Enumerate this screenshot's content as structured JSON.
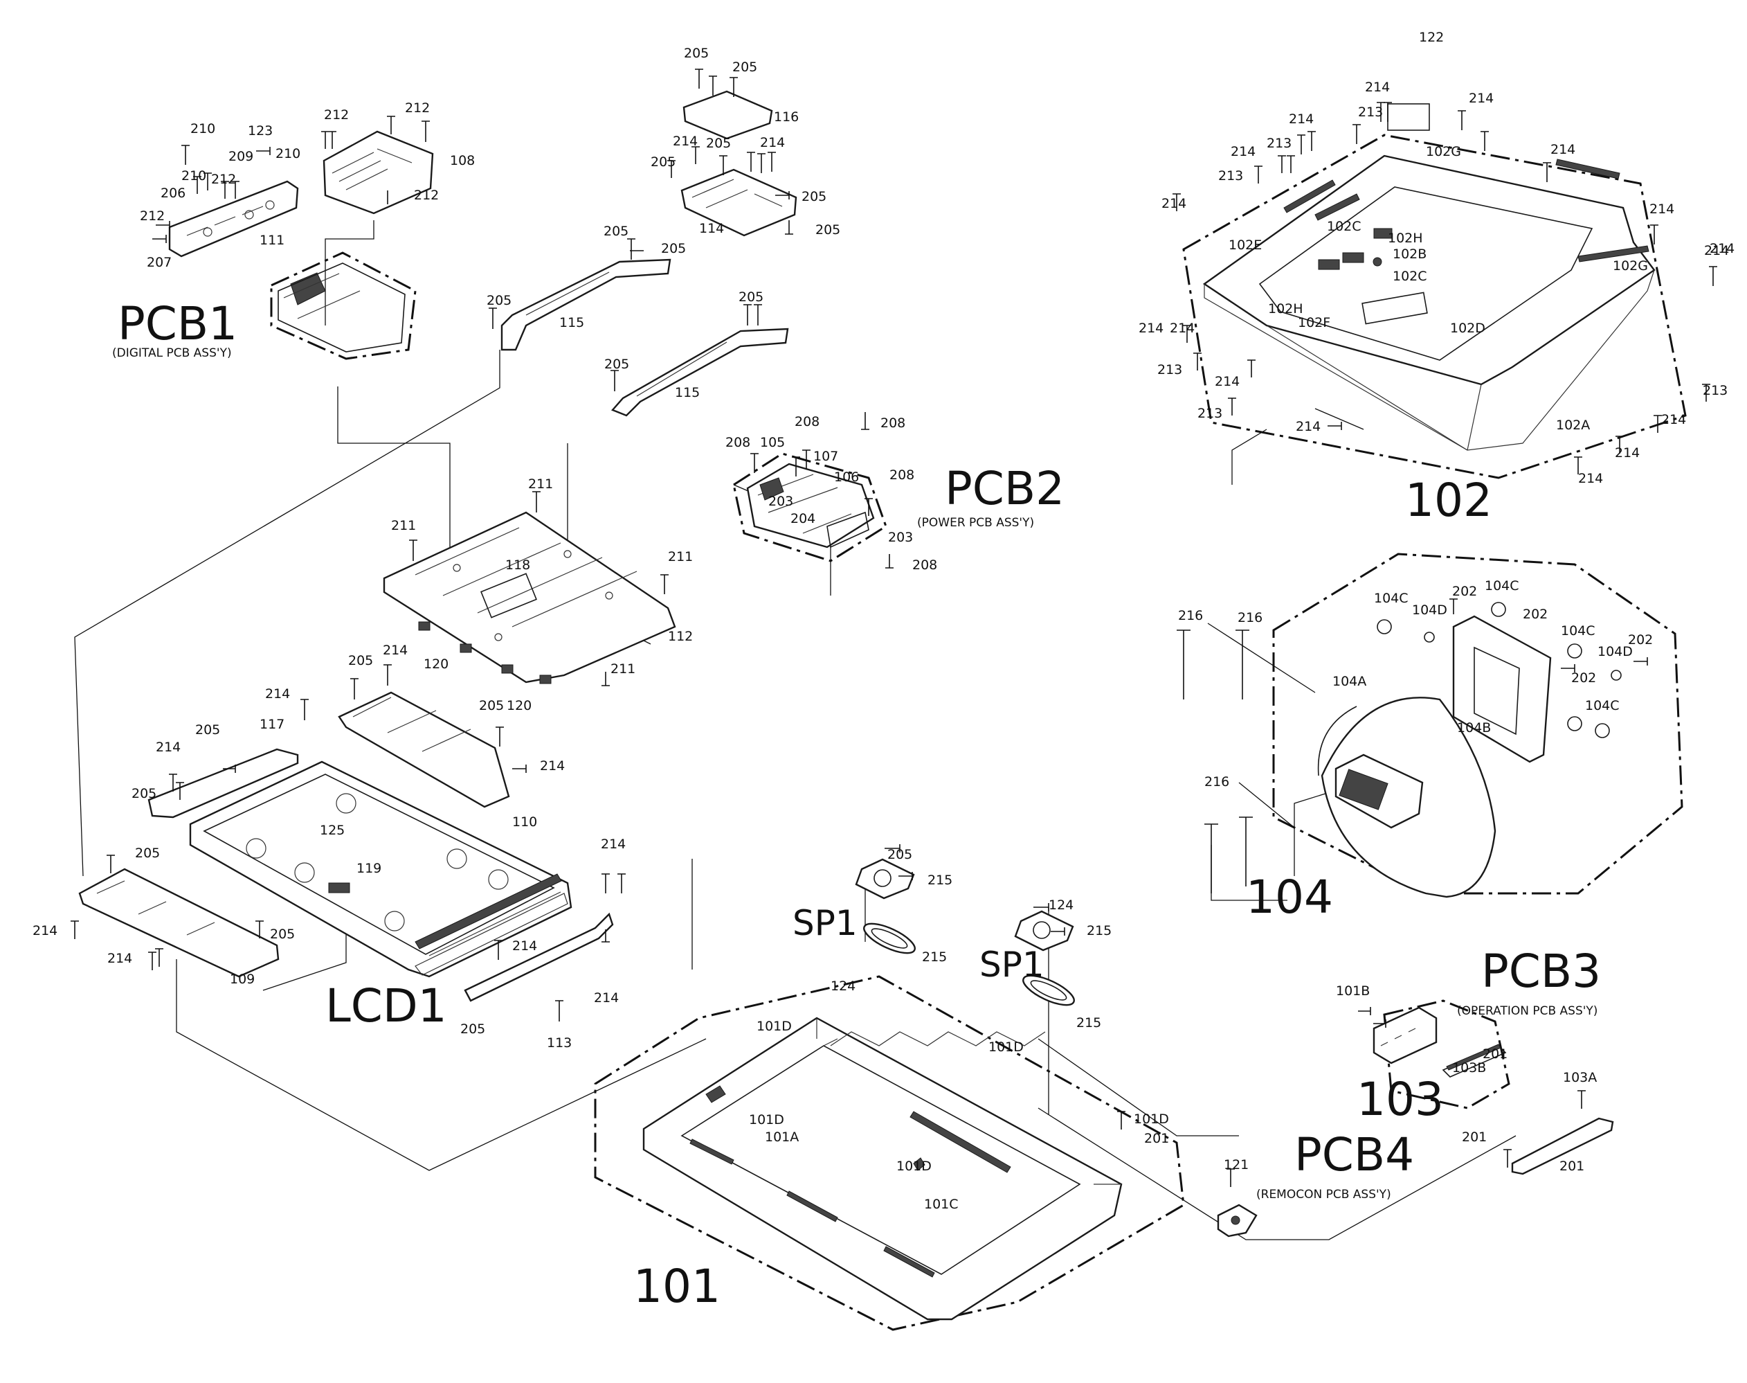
{
  "callouts": {
    "pcb1": "PCB1",
    "pcb1_caption": "(DIGITAL PCB ASS'Y)",
    "pcb2": "PCB2",
    "pcb2_caption": "(POWER PCB ASS'Y)",
    "pcb3": "PCB3",
    "pcb3_caption": "(OPERATION PCB ASS'Y)",
    "pcb4": "PCB4",
    "pcb4_caption": "(REMOCON PCB ASS'Y)",
    "lcd1": "LCD1",
    "sp1_left": "SP1",
    "sp1_right": "SP1",
    "g101": "101",
    "g102": "102",
    "g103": "103",
    "g104": "104"
  },
  "part_labels": [
    "205",
    "205",
    "116",
    "214",
    "205",
    "214",
    "205",
    "205",
    "114",
    "205",
    "205",
    "205",
    "210",
    "123",
    "209",
    "210",
    "212",
    "212",
    "108",
    "212",
    "210",
    "212",
    "206",
    "212",
    "111",
    "207",
    "205",
    "115",
    "205",
    "205",
    "115",
    "122",
    "214",
    "214",
    "213",
    "214",
    "214",
    "213",
    "214",
    "213",
    "214",
    "214",
    "214",
    "214",
    "102G",
    "102E",
    "102C",
    "102H",
    "102B",
    "102C",
    "102G",
    "214",
    "102H",
    "102F",
    "102D",
    "214",
    "213",
    "214",
    "213",
    "214",
    "213",
    "102A",
    "214",
    "214",
    "214",
    "208",
    "105",
    "208",
    "208",
    "107",
    "106",
    "208",
    "203",
    "204",
    "203",
    "208",
    "211",
    "211",
    "118",
    "211",
    "112",
    "120",
    "120",
    "211",
    "216",
    "216",
    "104C",
    "104D",
    "202",
    "104C",
    "202",
    "104C",
    "104D",
    "202",
    "202",
    "104A",
    "104B",
    "104C",
    "216",
    "205",
    "214",
    "214",
    "205",
    "117",
    "214",
    "205",
    "205",
    "110",
    "214",
    "125",
    "119",
    "205",
    "214",
    "214",
    "205",
    "214",
    "214",
    "109",
    "214",
    "205",
    "113",
    "205",
    "215",
    "215",
    "124",
    "215",
    "215",
    "124",
    "101D",
    "101D",
    "101D",
    "101A",
    "101D",
    "101C",
    "101D",
    "201",
    "101B",
    "201",
    "103B",
    "103A",
    "201",
    "201",
    "121",
    "201"
  ]
}
